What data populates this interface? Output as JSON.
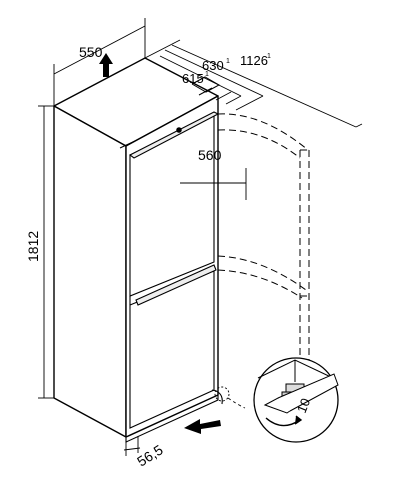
{
  "dimensions": {
    "width": "550",
    "height": "1812",
    "depth_630": "630",
    "depth_630_note": "1",
    "depth_615": "615",
    "depth_615_note": "1",
    "door_open_depth": "1126",
    "door_open_depth_note": "1",
    "door_width": "560",
    "foot_offset": "56,5",
    "wrench_size": "10"
  },
  "icons": {
    "up_arrow": "up-arrow-icon",
    "push_arrow": "push-arrow-icon",
    "rotate_arrow": "rotate-arrow-icon"
  }
}
